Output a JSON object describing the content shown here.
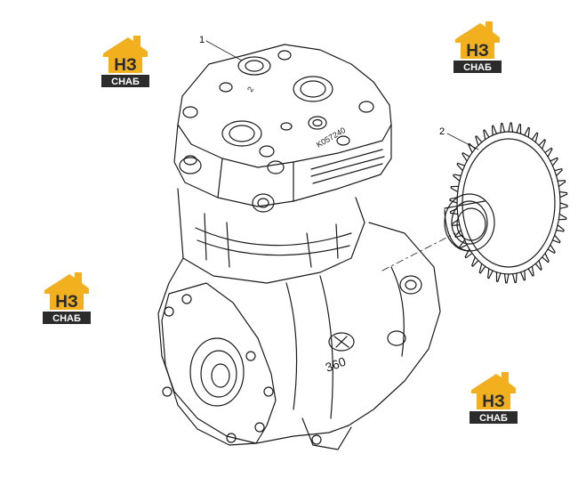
{
  "diagram": {
    "callouts": [
      {
        "id": "1",
        "label": "1"
      },
      {
        "id": "2",
        "label": "2"
      }
    ],
    "engraved_text": {
      "part_number": "K057240",
      "body_mark": "360",
      "port_mark": "2"
    },
    "watermark": {
      "top_text": "НЗ",
      "bottom_text": "СНАБ",
      "count": 4
    }
  },
  "colors": {
    "line": "#1a1a1a",
    "logo_orange": "#f2b01e",
    "logo_dark": "#2b2b2b",
    "background": "#ffffff"
  }
}
